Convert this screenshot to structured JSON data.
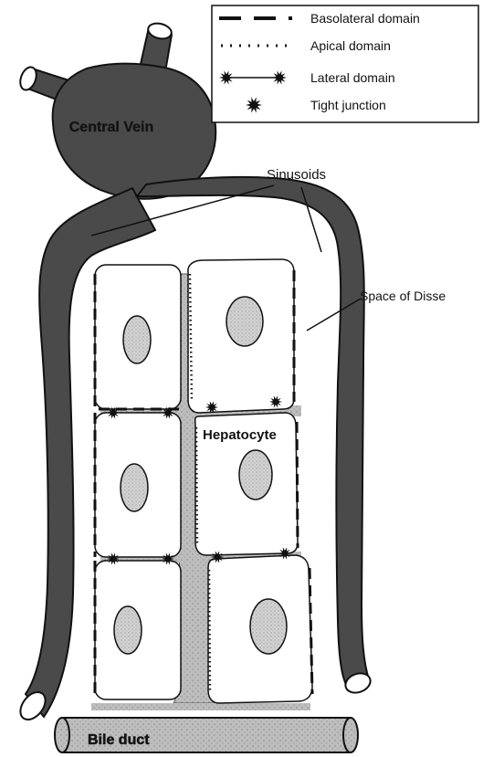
{
  "legend": {
    "items": [
      {
        "label": "Basolateral domain",
        "symbol": "dashed-line"
      },
      {
        "label": "Apical domain",
        "symbol": "dotted-line"
      },
      {
        "label": "Lateral domain",
        "symbol": "line-with-junctions"
      },
      {
        "label": "Tight junction",
        "symbol": "junction-star"
      }
    ]
  },
  "labels": {
    "central_vein": "Central Vein",
    "sinusoids": "Sinusoids",
    "space_of_disse": "Space of Disse",
    "hepatocyte": "Hepatocyte",
    "bile_duct": "Bile duct"
  },
  "colors": {
    "vessel": "#4a4a4a",
    "bile_channel": "#b9b9b9",
    "nucleus": "#c4c4c4",
    "outline": "#111111"
  }
}
